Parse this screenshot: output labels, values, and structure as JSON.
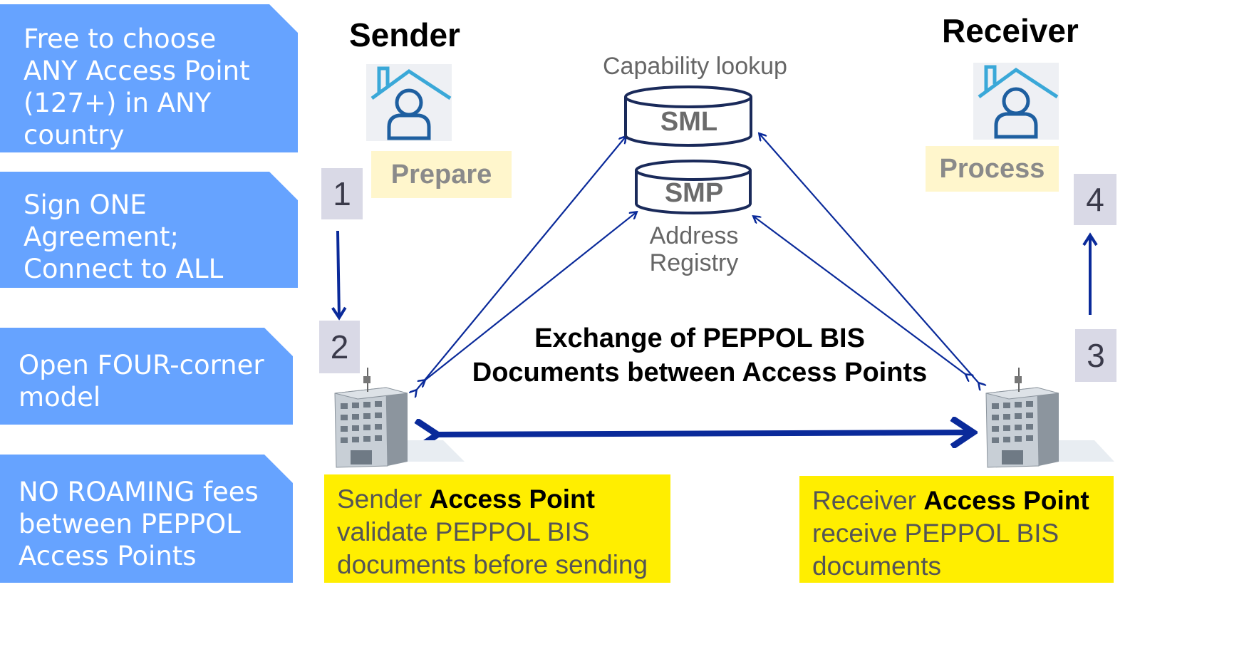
{
  "callouts": [
    {
      "lines": [
        "Free to choose",
        "ANY Access Point",
        "(127+) in ANY",
        "country"
      ]
    },
    {
      "lines": [
        "Sign ONE",
        "Agreement;",
        "Connect to ALL"
      ]
    },
    {
      "lines": [
        "Open FOUR-corner",
        "model"
      ]
    },
    {
      "lines": [
        "NO ROAMING fees",
        "between PEPPOL",
        "Access Points"
      ]
    }
  ],
  "sender": {
    "title": "Sender",
    "tag": "Prepare",
    "icon": "house-user-icon"
  },
  "receiver": {
    "title": "Receiver",
    "tag": "Process",
    "icon": "house-user-icon"
  },
  "steps": {
    "s1": "1",
    "s2": "2",
    "s3": "3",
    "s4": "4"
  },
  "sml": {
    "label": "SML",
    "caption": "Capability lookup"
  },
  "smp": {
    "label": "SMP",
    "caption_line1": "Address",
    "caption_line2": "Registry"
  },
  "exchange": {
    "line1": "Exchange of PEPPOL BIS",
    "line2": "Documents between Access Points"
  },
  "sender_ap": {
    "word": "Sender ",
    "bold": "Access Point",
    "line2": "validate  PEPPOL BIS",
    "line3": "documents before sending"
  },
  "receiver_ap": {
    "word": "Receiver ",
    "bold": "Access Point",
    "line2": "receive PEPPOL BIS",
    "line3": "documents"
  },
  "colors": {
    "callout": "#66a3ff",
    "arrow": "#0a2a9a",
    "yellow": "#ffee00",
    "tag": "#fff6cc",
    "house": "#3aa8d8"
  }
}
